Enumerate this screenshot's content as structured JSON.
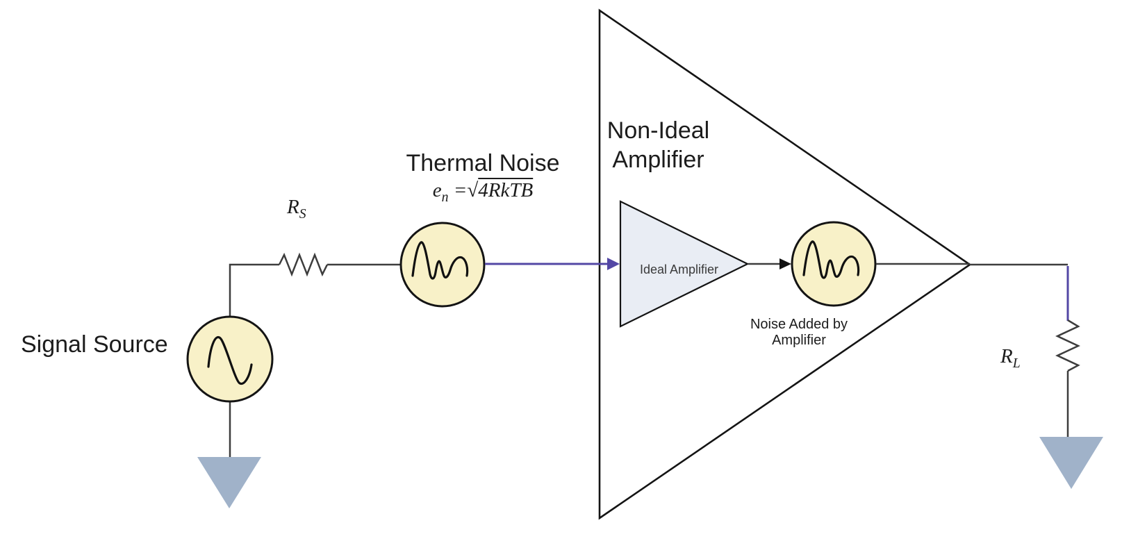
{
  "colors": {
    "background": "#ffffff",
    "wire": "#3d3d3d",
    "outline": "#141414",
    "signal_path": "#5347a5",
    "source_fill": "#f8f1c8",
    "ground_fill": "#a0b2c9",
    "ideal_amp_fill": "#e9edf4",
    "text": "#1c1c1c",
    "inner_label_text": "#3a3a3a"
  },
  "labels": {
    "signal_source": "Signal Source",
    "source_resistor": {
      "base": "R",
      "sub": "S"
    },
    "thermal_noise": {
      "title": "Thermal Noise",
      "formula": {
        "var": "e",
        "var_sub": "n",
        "equals": "=",
        "radical": "√",
        "radicand": "4RkTB"
      }
    },
    "non_ideal_amplifier": {
      "line1": "Non-Ideal",
      "line2": "Amplifier"
    },
    "ideal_amplifier": "Ideal Amplifier",
    "amplifier_noise": {
      "line1": "Noise Added by",
      "line2": "Amplifier"
    },
    "load_resistor": {
      "base": "R",
      "sub": "L"
    }
  }
}
